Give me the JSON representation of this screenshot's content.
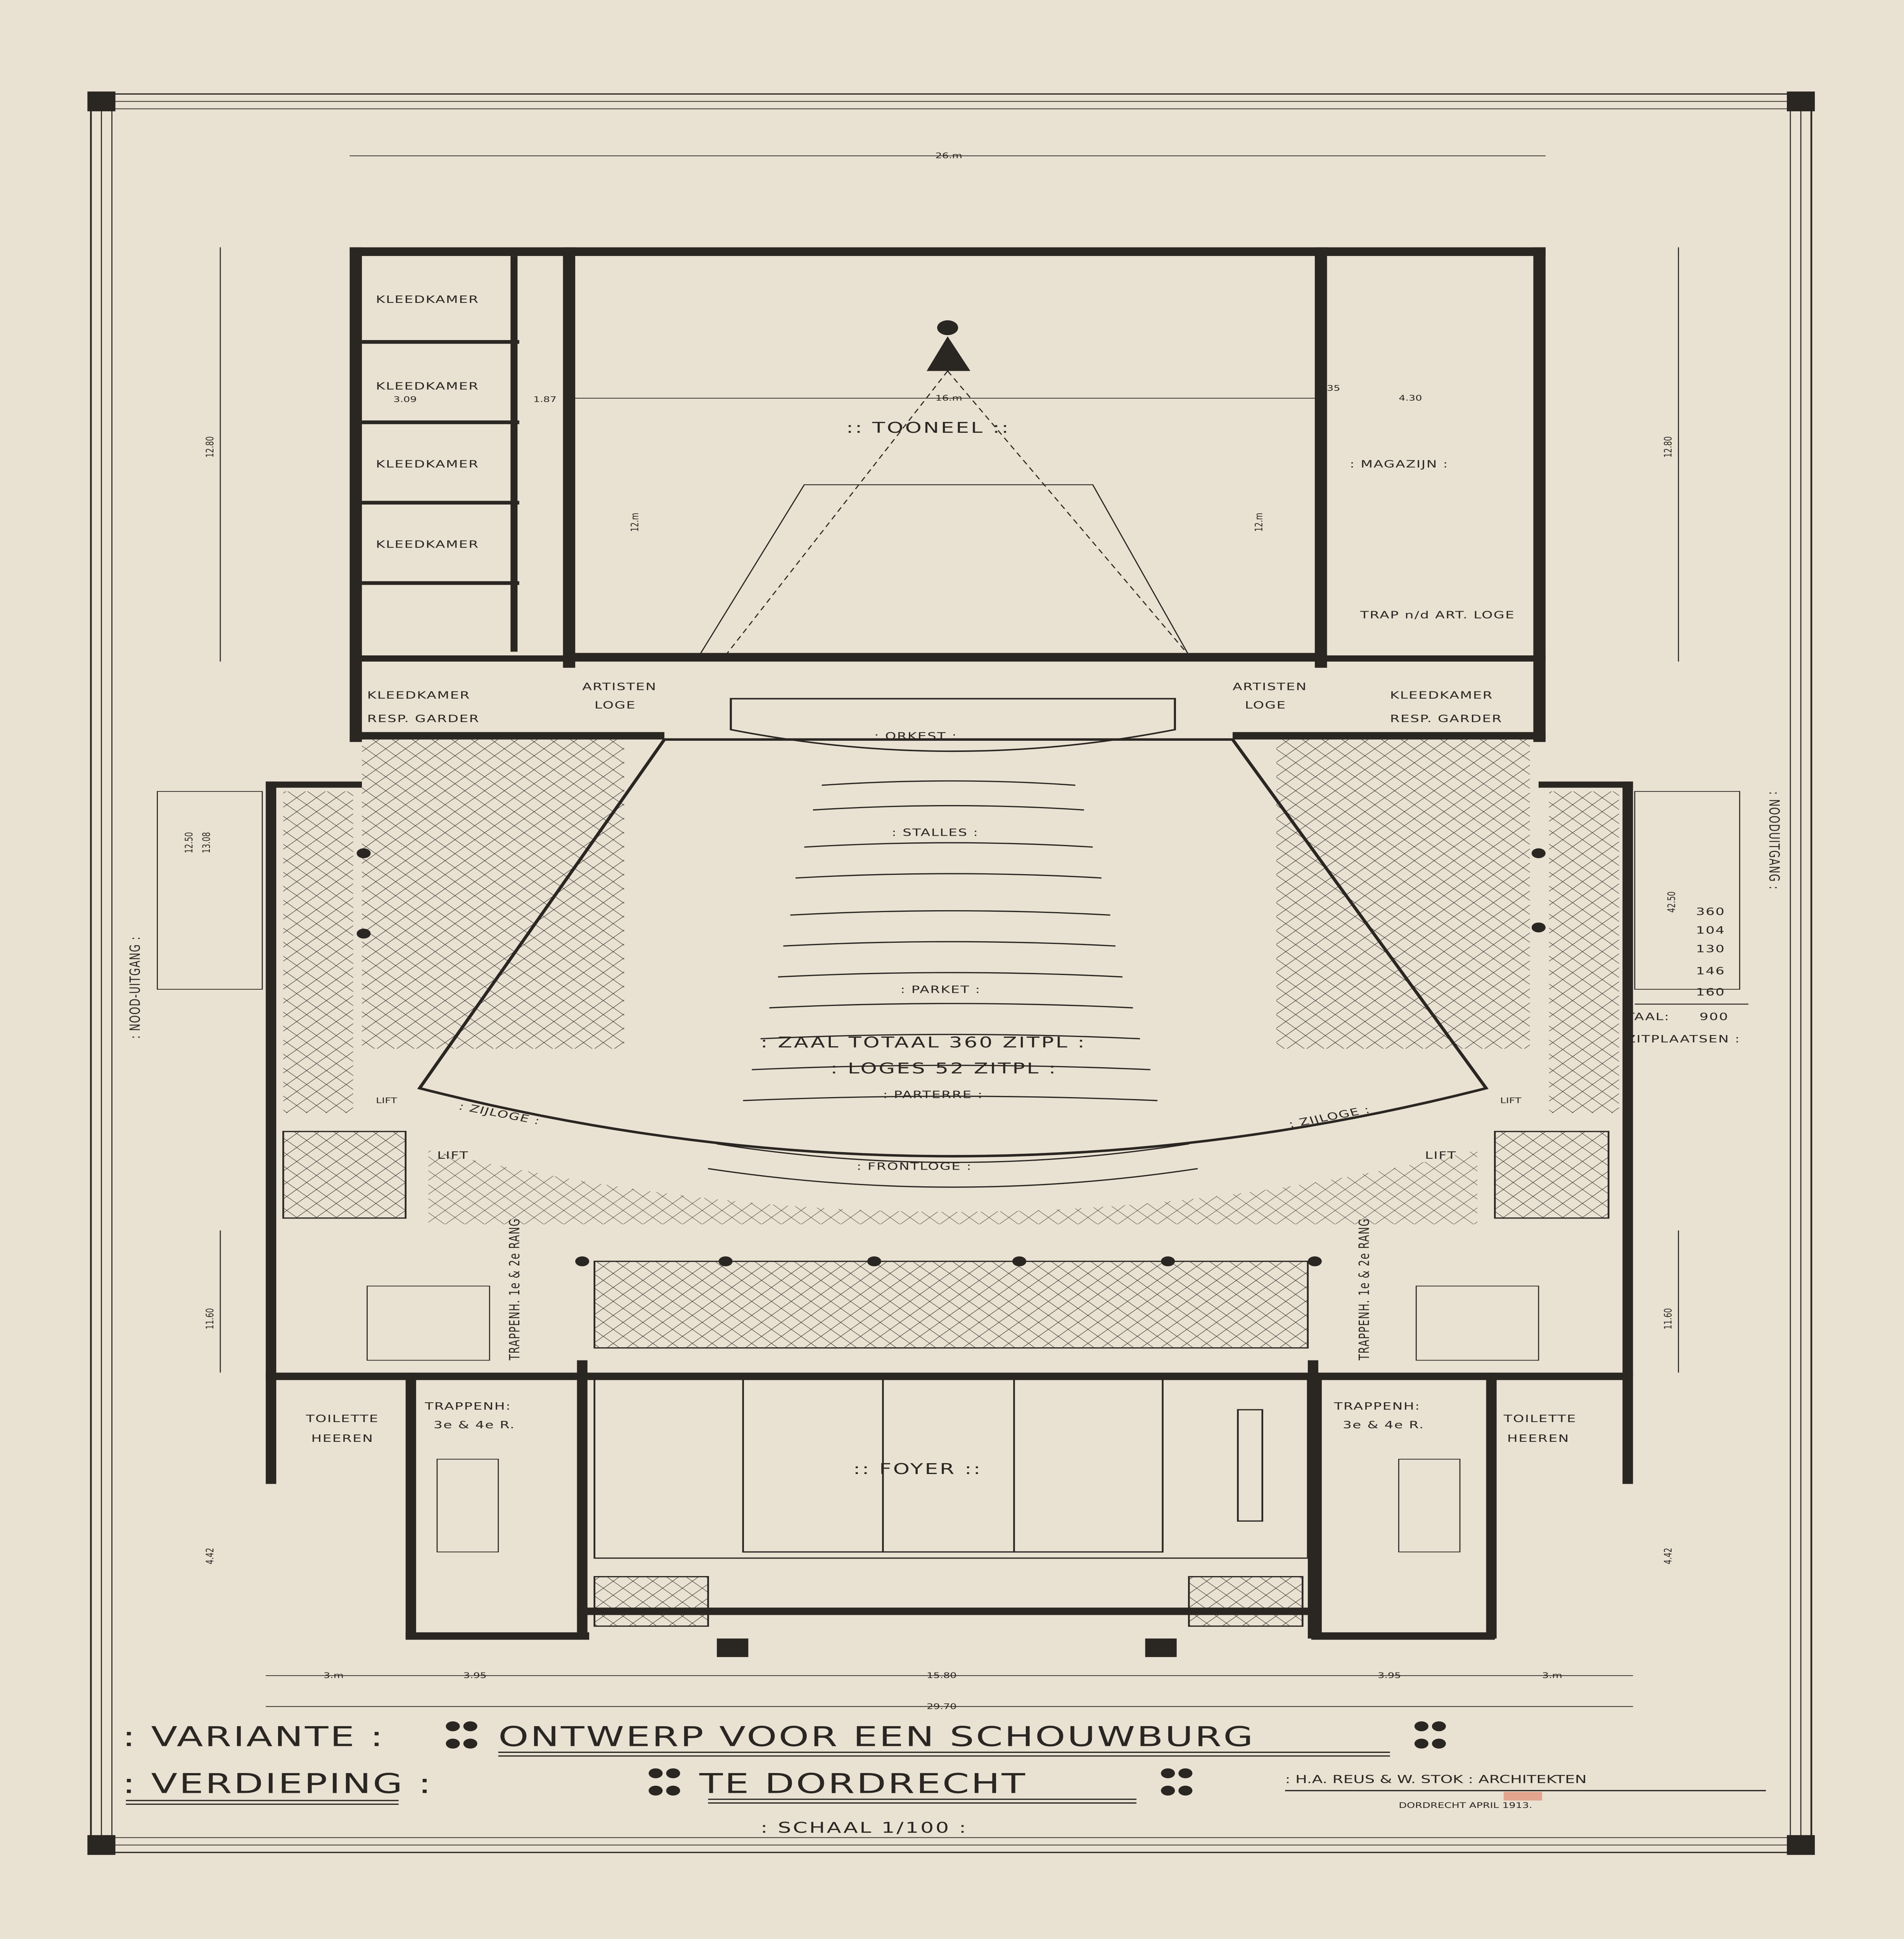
{
  "rooms": {
    "kleedkamer": "KLEEDKAMER",
    "kleedkamer_garder_1": "KLEEDKAMER",
    "garder": "RESP. GARDER",
    "artisten": "ARTISTEN",
    "loge": "LOGE",
    "tooneel": ":: TOONEEL ::",
    "magazijn": ": MAGAZIJN :",
    "trap_art_loge": "TRAP n/d ART. LOGE",
    "orkest": ": ORKEST :",
    "stalles": ": STALLES :",
    "parket": ": PARKET :",
    "zaal_totaal": ": ZAAL TOTAAL 360 ZITPL :",
    "loges": ": LOGES 52 ZITPL :",
    "parterre": ": PARTERRE :",
    "frontloge": ": FRONTLOGE :",
    "zijloge": ": ZIJLOGE :",
    "lift": "LIFT",
    "trappenh_12": "TRAPPENH. 1e & 2e RANG",
    "trappenh_34_a": "TRAPPENH:",
    "trappenh_34_b": "3e & 4e R.",
    "toilette": "TOILETTE",
    "heeren": "HEEREN",
    "foyer": ":: FOYER ::",
    "nood_uitgang_left": ": NOOD-UITGANG :",
    "nood_uitgang_right": ": NOODUITGANG :"
  },
  "seat_counts": [
    "360",
    "104",
    "130",
    "146",
    "160"
  ],
  "totaal": {
    "label": "TAAL:",
    "value": "900",
    "unit": "ZITPLAATSEN :"
  },
  "dimensions": {
    "top_width": "26.m",
    "stage_width": "16.m",
    "stage_depth_left": "12.m",
    "stage_depth_right": "12.m",
    "magazijn_width": "4.30",
    "kleedkamer_width": "3.09",
    "small_1": "1.87",
    "small_2": ".35",
    "left_12_80": "12.80",
    "right_12_80": "12.80",
    "left_11_60": "11.60",
    "right_11_60": "11.60",
    "left_4_42": "4.42",
    "right_4_42": "4.42",
    "left_12_50": "12.50",
    "left_13_08": "13.08",
    "right_42_50": "42.50",
    "bottom_3_left": "3.m",
    "bottom_3_95_left": "3.95",
    "bottom_15_80": "15.80",
    "bottom_3_95_right": "3.95",
    "bottom_3_right": "3.m",
    "bottom_total": "29.70"
  },
  "title_block": {
    "variante": ": VARIANTE :",
    "verdieping": ": VERDIEPING :",
    "title_line1": "ONTWERP VOOR EEN SCHOUWBURG",
    "title_line2": "TE DORDRECHT",
    "scale": ": SCHAAL 1/100 :",
    "architects": ": H.A. REUS & W. STOK : ARCHITEKTEN",
    "date": "DORDRECHT APRIL 1913."
  },
  "colors": {
    "paper": "#e9e1d2",
    "ink": "#2a2622",
    "stamp": "#e08a70"
  }
}
